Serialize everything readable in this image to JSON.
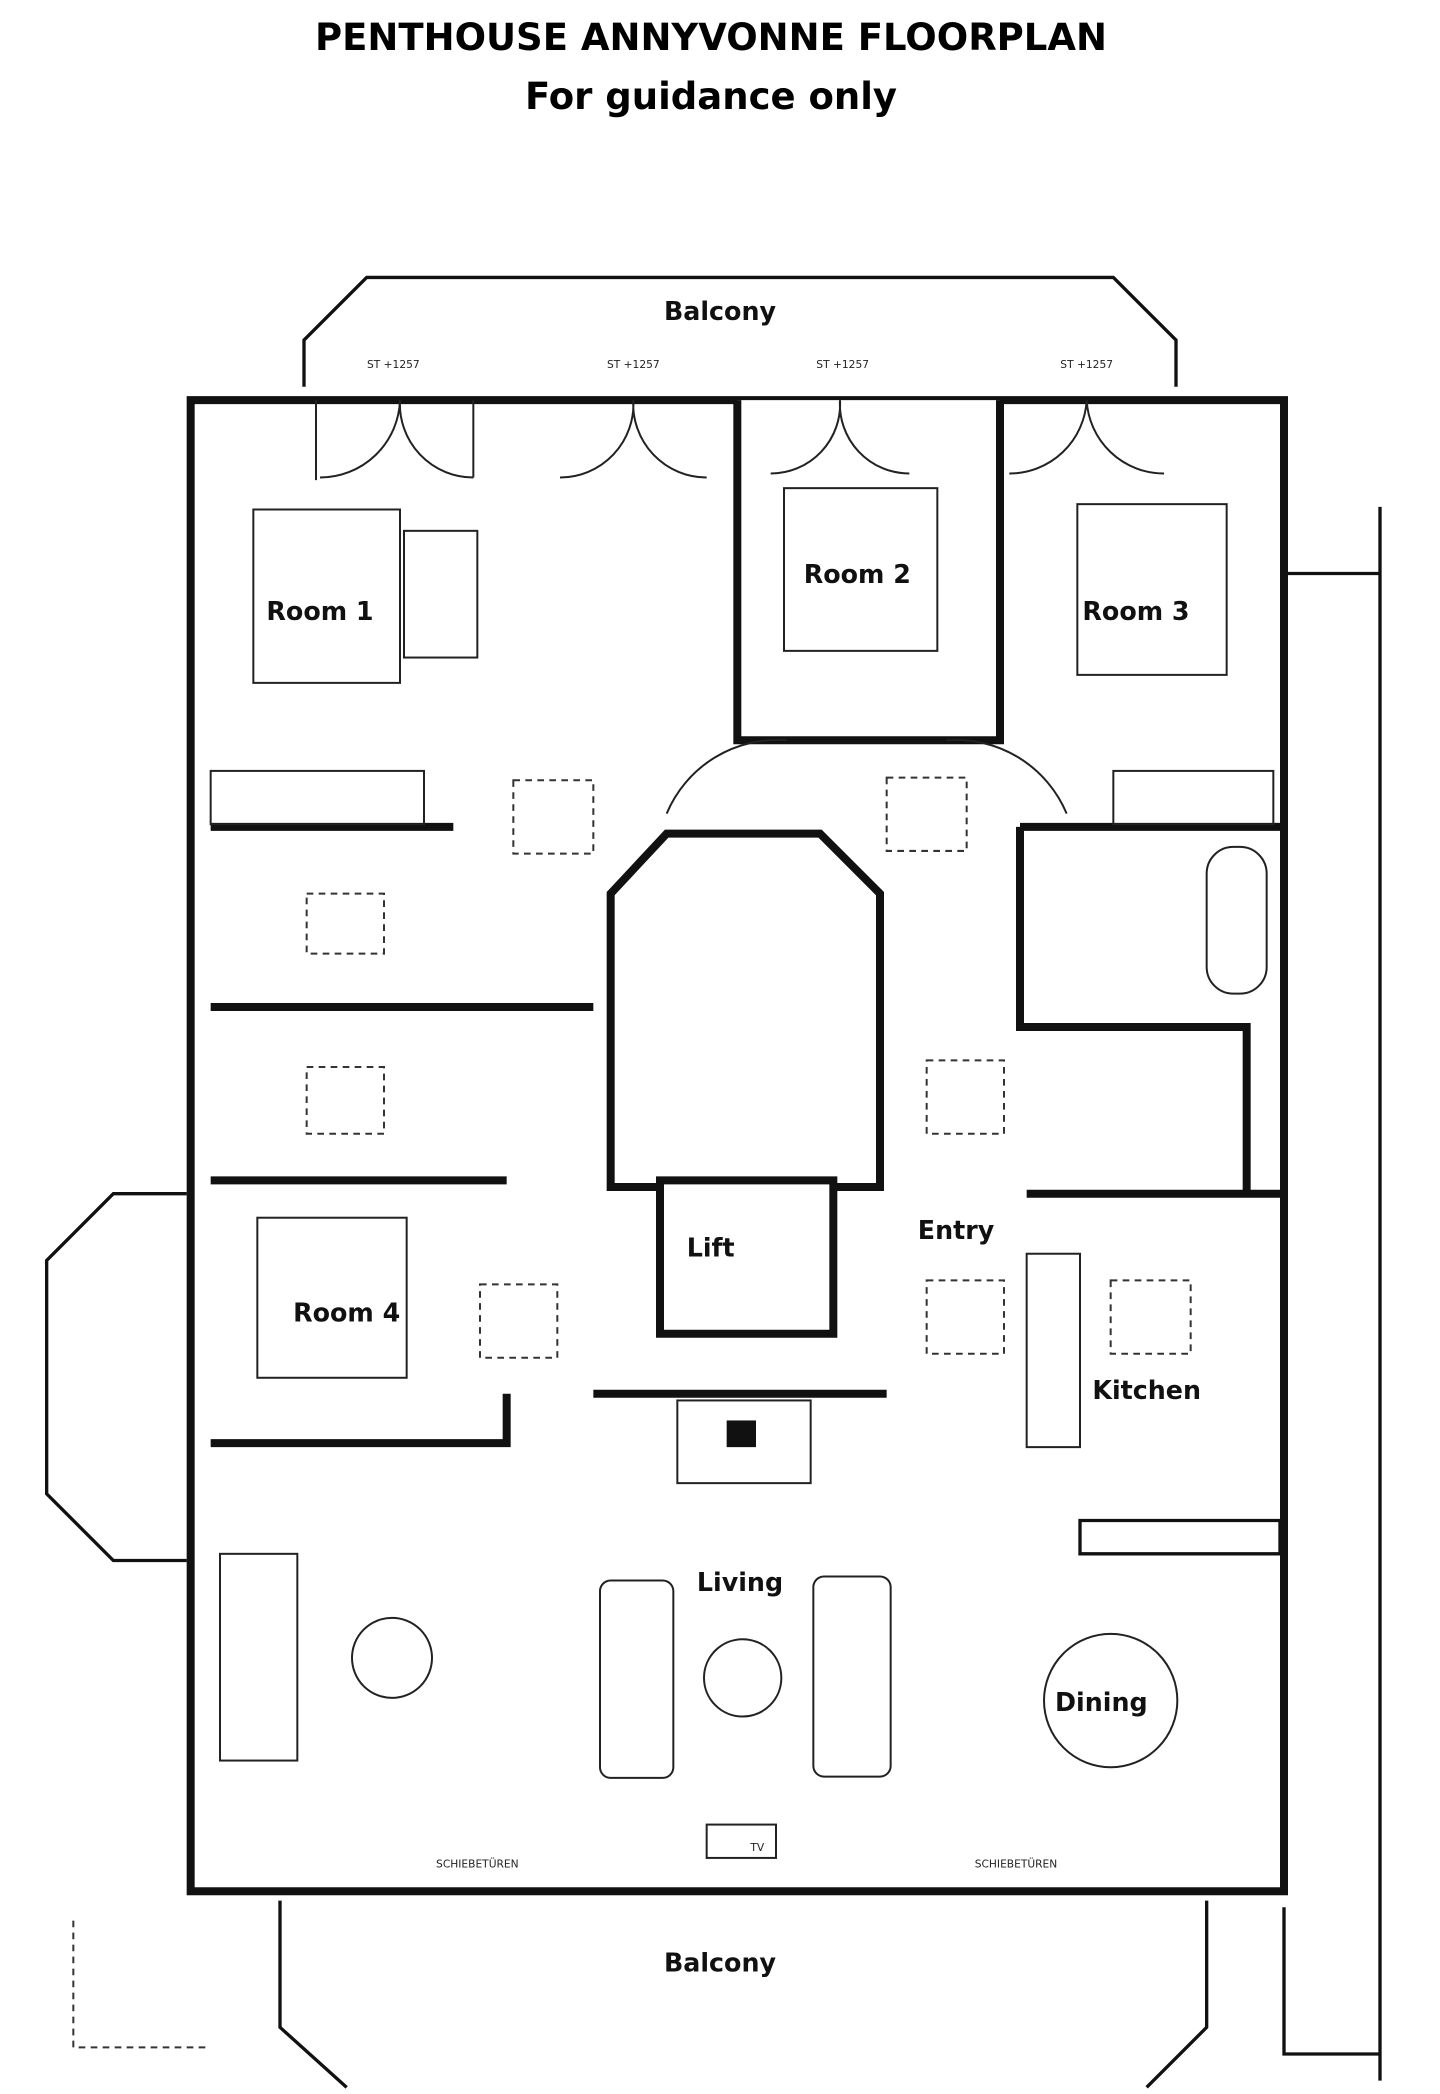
{
  "header": {
    "title": "PENTHOUSE ANNYVONNE FLOORPLAN",
    "subtitle": "For guidance only"
  },
  "rooms": {
    "balcony_top": "Balcony",
    "room1": "Room 1",
    "room2": "Room 2",
    "room3": "Room 3",
    "lift": "Lift",
    "entry": "Entry",
    "room4": "Room 4",
    "kitchen": "Kitchen",
    "living": "Living",
    "dining": "Dining",
    "balcony_bottom": "Balcony"
  },
  "annotations": {
    "st1": "ST +1257",
    "st2": "ST +1257",
    "st3": "ST +1257",
    "st4": "ST +1257",
    "tv": "TV",
    "slide_left": "SCHIEBETÜREN",
    "slide_right": "SCHIEBETÜREN"
  }
}
